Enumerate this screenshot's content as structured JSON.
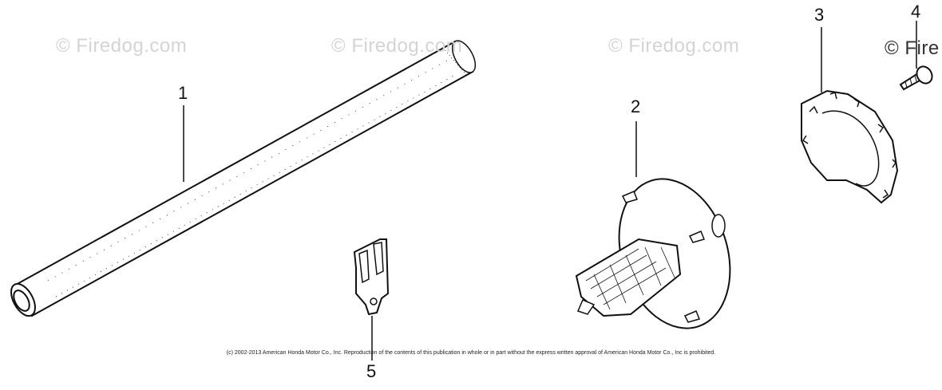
{
  "watermarks": {
    "w1": "© Firedog.com",
    "w2": "© Firedog.com",
    "w3": "© Firedog.com",
    "w4": "© Fire"
  },
  "callouts": {
    "c1": "1",
    "c2": "2",
    "c3": "3",
    "c4": "4",
    "c5": "5"
  },
  "copyright": "(c) 2002-2013 American Honda Motor Co., Inc. Reproduction of the contents of this publication in whole or in part without the express written approval of American Honda Motor Co., Inc is prohibited.",
  "colors": {
    "line": "#111111",
    "watermark": "#d4d4d4"
  }
}
